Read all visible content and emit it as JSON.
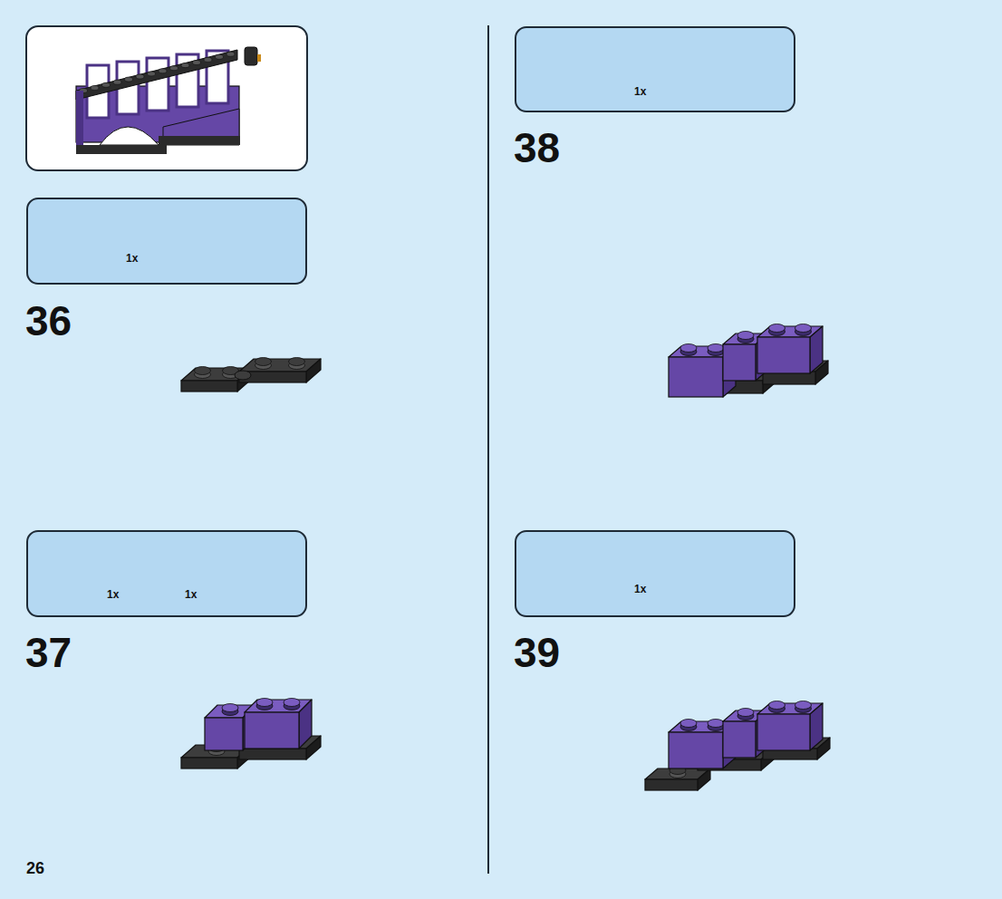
{
  "diagram": {
    "nodes": [
      {
        "text": [
          "1x"
        ]
      },
      {
        "text": [
          "1x",
          "1x"
        ]
      },
      {
        "text": [
          "1x"
        ]
      },
      {
        "text": [
          "1x"
        ]
      }
    ],
    "labels": [
      "36",
      "37",
      "38",
      "39",
      "26"
    ]
  }
}
